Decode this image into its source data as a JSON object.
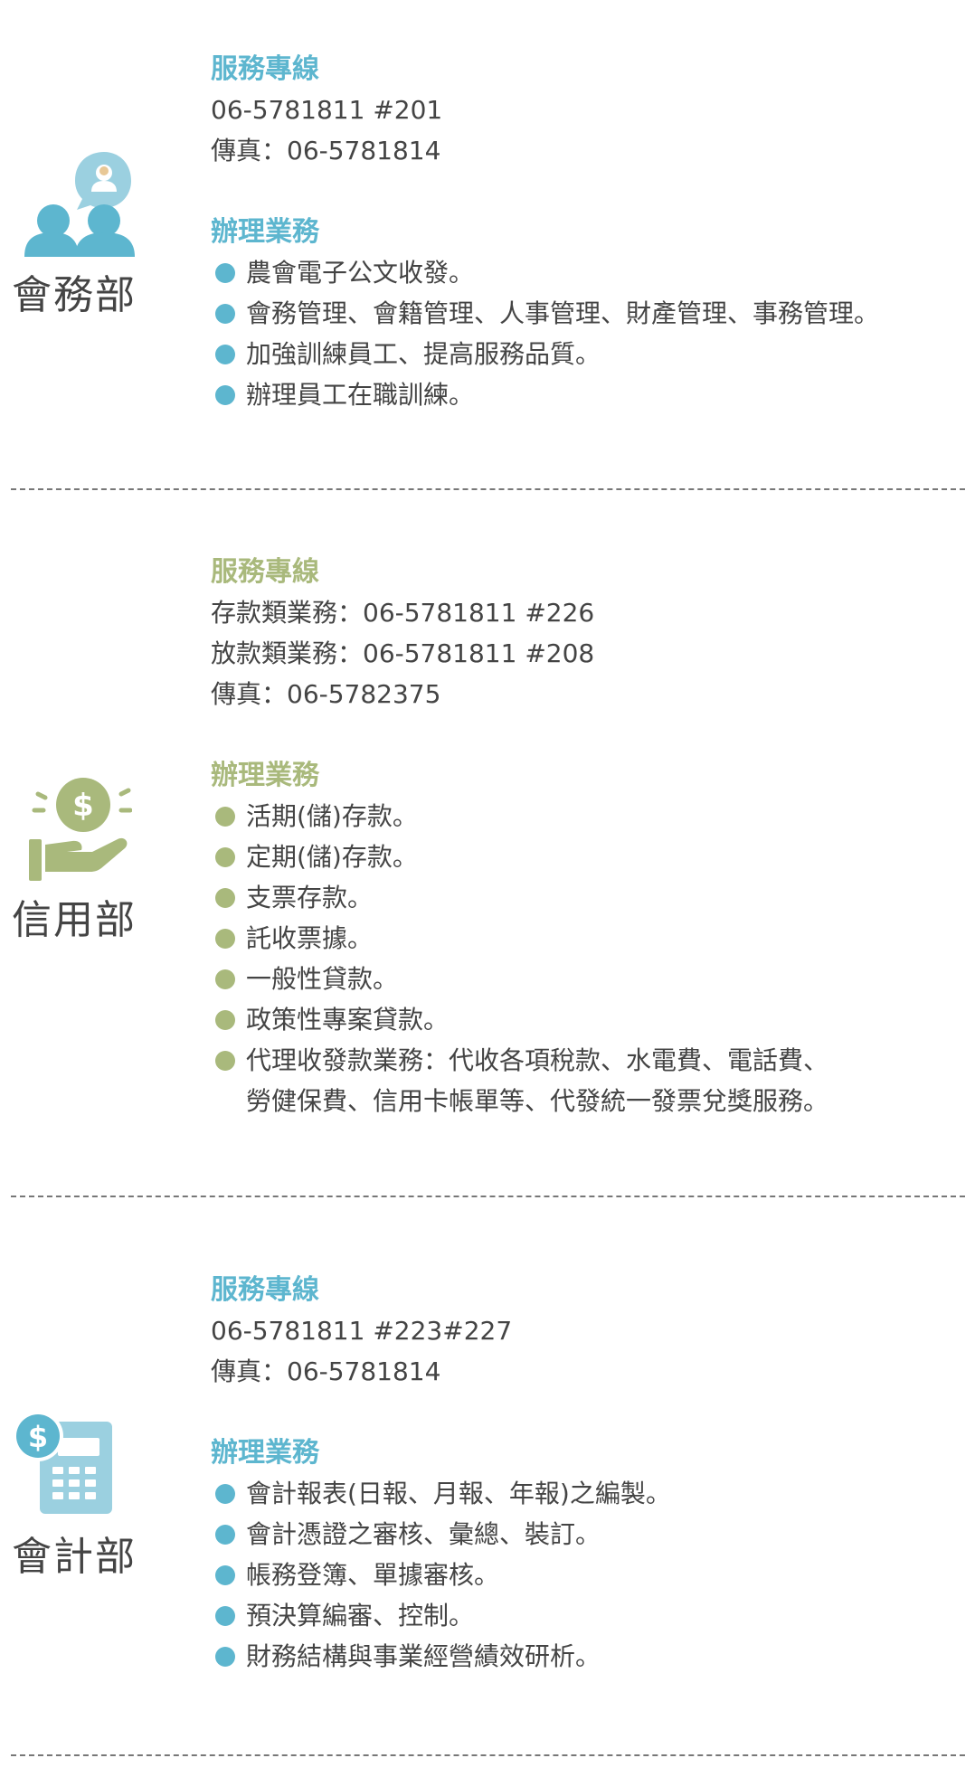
{
  "colors": {
    "blue": "#5DB6CF",
    "green": "#A9B97C",
    "icon_light_blue": "#9BD0E0"
  },
  "sections": [
    {
      "name": "會務部",
      "icon": "people-chat-icon",
      "hotline_heading": "服務專線",
      "hotline_lines": [
        "06-5781811  #201",
        "傳真：06-5781814"
      ],
      "business_heading": "辦理業務",
      "items": [
        "農會電子公文收發。",
        "會務管理、會籍管理、人事管理、財產管理、事務管理。",
        "加強訓練員工、提高服務品質。",
        "辦理員工在職訓練。"
      ]
    },
    {
      "name": "信用部",
      "icon": "hand-coin-icon",
      "hotline_heading": "服務專線",
      "hotline_lines": [
        "存款類業務：06-5781811  #226",
        "放款類業務：06-5781811  #208",
        "傳真：06-5782375"
      ],
      "business_heading": "辦理業務",
      "items": [
        "活期(儲)存款。",
        "定期(儲)存款。",
        "支票存款。",
        "託收票據。",
        "一般性貸款。",
        "政策性專案貸款。",
        "代理收發款業務：代收各項稅款、水電費、電話費、\n勞健保費、信用卡帳單等、代發統一發票兌獎服務。"
      ]
    },
    {
      "name": "會計部",
      "icon": "calculator-coin-icon",
      "hotline_heading": "服務專線",
      "hotline_lines": [
        "06-5781811  #223#227",
        "傳真：06-5781814"
      ],
      "business_heading": "辦理業務",
      "items": [
        "會計報表(日報、月報、年報)之編製。",
        "會計憑證之審核、彙總、裝訂。",
        "帳務登簿、單據審核。",
        "預決算編審、控制。",
        "財務結構與事業經營績效研析。"
      ]
    }
  ]
}
